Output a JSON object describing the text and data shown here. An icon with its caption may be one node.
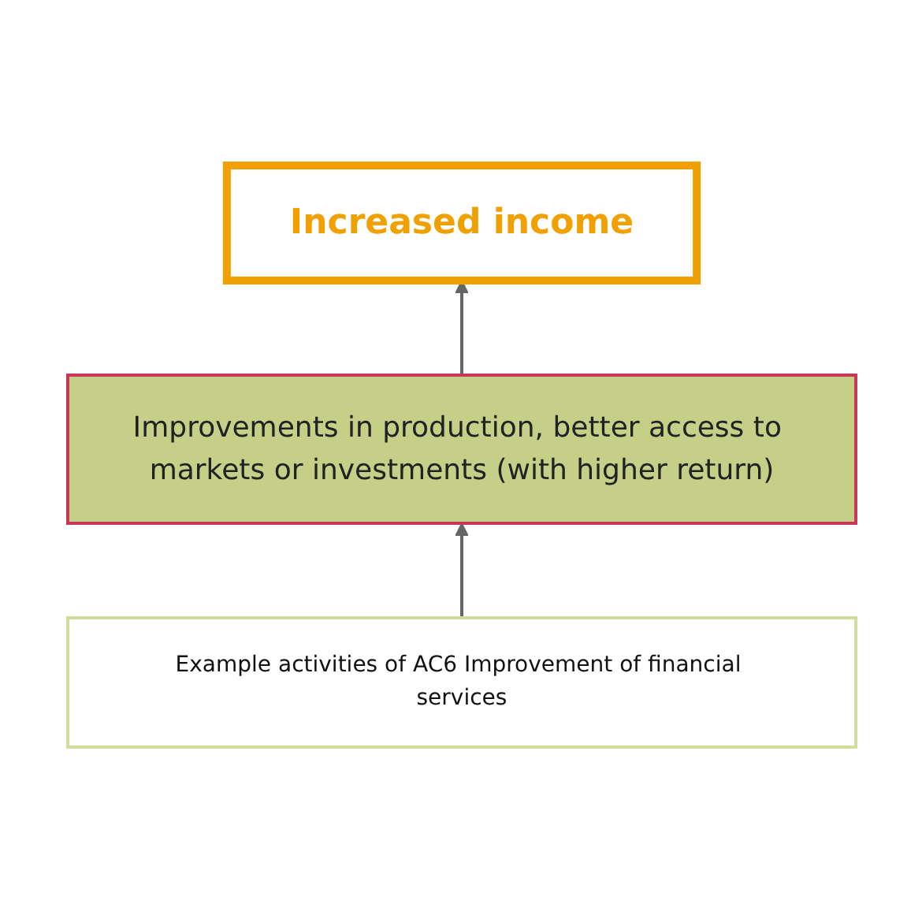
{
  "diagram": {
    "nodes": [
      {
        "text": [
          "Increased income"
        ]
      },
      {
        "text": [
          "Improvements in production, better access to markets or investments (with higher return)"
        ]
      },
      {
        "text": [
          "Example activities of AC6 Improvement of financial services"
        ]
      }
    ],
    "edges": [
      {
        "from": 1,
        "to": 0,
        "arrow": "to"
      },
      {
        "from": 2,
        "to": 1,
        "arrow": "to"
      }
    ]
  }
}
